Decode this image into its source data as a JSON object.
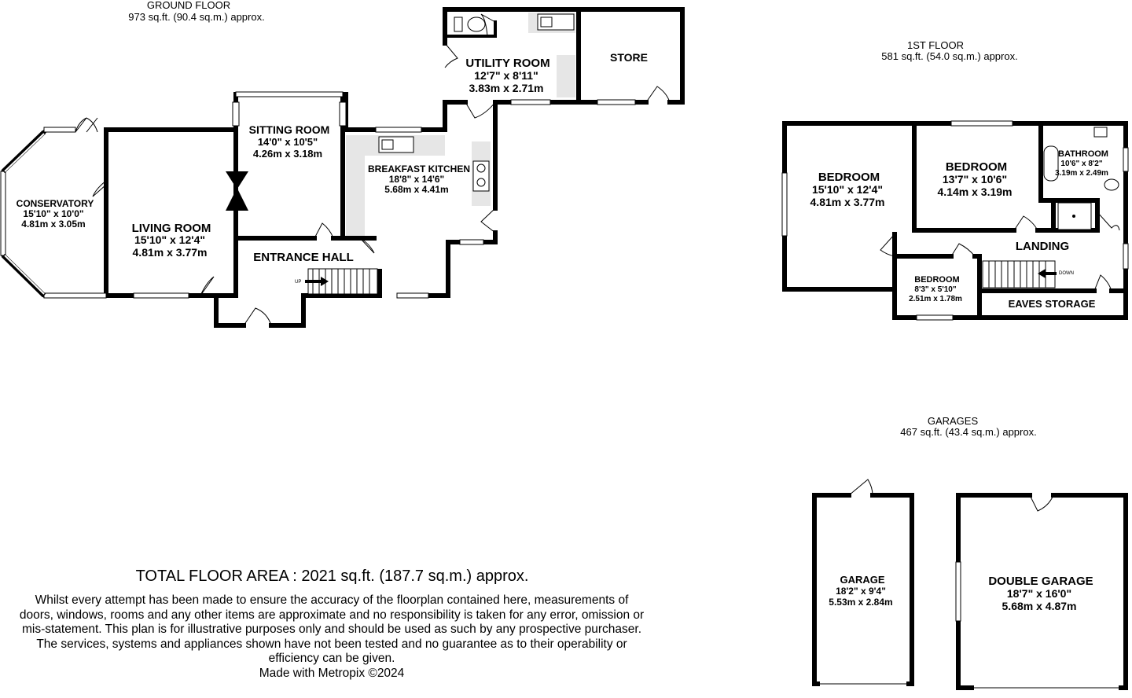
{
  "floors": {
    "ground": {
      "title": "GROUND FLOOR",
      "area": "973 sq.ft. (90.4 sq.m.) approx."
    },
    "first": {
      "title": "1ST FLOOR",
      "area": "581 sq.ft. (54.0 sq.m.) approx."
    },
    "garages": {
      "title": "GARAGES",
      "area": "467 sq.ft. (43.4 sq.m.) approx."
    }
  },
  "rooms": {
    "utility": {
      "name": "UTILITY ROOM",
      "imperial": "12'7\"  x 8'11\"",
      "metric": "3.83m  x 2.71m"
    },
    "store": {
      "name": "STORE"
    },
    "sitting": {
      "name": "SITTING ROOM",
      "imperial": "14'0\"  x 10'5\"",
      "metric": "4.26m  x 3.18m"
    },
    "kitchen": {
      "name": "BREAKFAST KITCHEN",
      "imperial": "18'8\"  x 14'6\"",
      "metric": "5.68m  x 4.41m"
    },
    "conservatory": {
      "name": "CONSERVATORY",
      "imperial": "15'10\"  x 10'0\"",
      "metric": "4.81m  x 3.05m"
    },
    "living": {
      "name": "LIVING ROOM",
      "imperial": "15'10\"  x 12'4\"",
      "metric": "4.81m  x 3.77m"
    },
    "entrance": {
      "name": "ENTRANCE HALL",
      "stair": "UP"
    },
    "bedroom1": {
      "name": "BEDROOM",
      "imperial": "15'10\"  x 12'4\"",
      "metric": "4.81m  x 3.77m"
    },
    "bedroom2": {
      "name": "BEDROOM",
      "imperial": "13'7\"  x 10'6\"",
      "metric": "4.14m  x 3.19m"
    },
    "bathroom": {
      "name": "BATHROOM",
      "imperial": "10'6\"  x 8'2\"",
      "metric": "3.19m  x 2.49m"
    },
    "landing": {
      "name": "LANDING",
      "stair": "DOWN"
    },
    "bedroom3": {
      "name": "BEDROOM",
      "imperial": "8'3\"  x 5'10\"",
      "metric": "2.51m  x 1.78m"
    },
    "eaves": {
      "name": "EAVES STORAGE"
    },
    "garage": {
      "name": "GARAGE",
      "imperial": "18'2\"  x 9'4\"",
      "metric": "5.53m  x 2.84m"
    },
    "double_garage": {
      "name": "DOUBLE GARAGE",
      "imperial": "18'7\"  x 16'0\"",
      "metric": "5.68m  x 4.87m"
    }
  },
  "total": "TOTAL FLOOR AREA : 2021 sq.ft. (187.7 sq.m.) approx.",
  "disclaimer": "Whilst every attempt has been made to ensure the accuracy of the floorplan contained here, measurements of doors, windows, rooms and any other items are approximate and no responsibility is taken for any error, omission or mis-statement. This plan is for illustrative purposes only and should be used as such by any prospective purchaser. The services, systems and appliances shown have not been tested and no guarantee as to their operability or efficiency can be given.",
  "credit": "Made with Metropix ©2024"
}
